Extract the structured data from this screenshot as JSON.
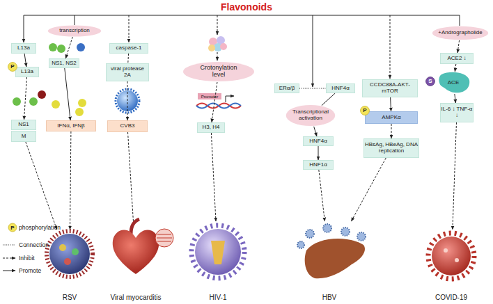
{
  "diagram": {
    "title": "Flavonoids",
    "nodes": [
      {
        "text": [
          "L13a"
        ]
      },
      {
        "text": [
          "P"
        ]
      },
      {
        "text": [
          "L13a"
        ]
      },
      {
        "text": [
          "NS1"
        ]
      },
      {
        "text": [
          "M"
        ]
      },
      {
        "text": [
          "transcription"
        ]
      },
      {
        "text": [
          "NS1, NS2"
        ]
      },
      {
        "text": [
          "IFNα, IFNβ"
        ]
      },
      {
        "text": [
          "RSV"
        ]
      },
      {
        "text": [
          "caspase-1"
        ]
      },
      {
        "text": [
          "viral protease 2A"
        ]
      },
      {
        "text": [
          "CVB3"
        ]
      },
      {
        "text": [
          "Viral myocarditis"
        ]
      },
      {
        "text": [
          "Crotonylation level"
        ]
      },
      {
        "text": [
          "H3, H4"
        ]
      },
      {
        "text": [
          "HIV-1"
        ]
      },
      {
        "text": [
          "ERα/β"
        ]
      },
      {
        "text": [
          "HNF4α"
        ]
      },
      {
        "text": [
          "Transcriptional activation"
        ]
      },
      {
        "text": [
          "HNF4α"
        ]
      },
      {
        "text": [
          "HNF1α"
        ]
      },
      {
        "text": [
          "CCDC88A-AKT-mTOR"
        ]
      },
      {
        "text": [
          "P"
        ]
      },
      {
        "text": [
          "AMPKα"
        ]
      },
      {
        "text": [
          "HBsAg, HBeAg, DNA replication"
        ]
      },
      {
        "text": [
          "HBV"
        ]
      },
      {
        "text": [
          "+Andrographolide"
        ]
      },
      {
        "text": [
          "ACE2 ↓"
        ]
      },
      {
        "text": [
          "S"
        ]
      },
      {
        "text": [
          "ACE"
        ]
      },
      {
        "text": [
          "IL-6 ↓ TNF-α ↓"
        ]
      },
      {
        "text": [
          "COVID-19"
        ]
      }
    ],
    "edges": [
      {
        "from": 0,
        "to": 2,
        "arrow": "to"
      },
      {
        "from": 2,
        "to": 3,
        "arrow": "to"
      },
      {
        "from": 4,
        "to": 8,
        "arrow": "to"
      },
      {
        "from": 5,
        "to": 6,
        "arrow": "to"
      },
      {
        "from": 6,
        "to": 7,
        "arrow": "to"
      },
      {
        "from": 7,
        "to": 8,
        "arrow": "to"
      },
      {
        "from": 9,
        "to": 10,
        "arrow": "none"
      },
      {
        "from": 10,
        "to": 11,
        "arrow": "to"
      },
      {
        "from": 11,
        "to": 12,
        "arrow": "none"
      },
      {
        "from": 13,
        "to": 14,
        "arrow": "to"
      },
      {
        "from": 14,
        "to": 15,
        "arrow": "to"
      },
      {
        "from": 16,
        "to": 17,
        "arrow": "none"
      },
      {
        "from": 17,
        "to": 18,
        "arrow": "none"
      },
      {
        "from": 18,
        "to": 19,
        "arrow": "to"
      },
      {
        "from": 19,
        "to": 20,
        "arrow": "to"
      },
      {
        "from": 20,
        "to": 25,
        "arrow": "to"
      },
      {
        "from": 21,
        "to": 23,
        "arrow": "to"
      },
      {
        "from": 23,
        "to": 24,
        "arrow": "to"
      },
      {
        "from": 24,
        "to": 25,
        "arrow": "to"
      },
      {
        "from": 26,
        "to": 27,
        "arrow": "to"
      },
      {
        "from": 27,
        "to": 29,
        "arrow": "to"
      },
      {
        "from": 29,
        "to": 30,
        "arrow": "to"
      },
      {
        "from": 30,
        "to": 31,
        "arrow": "to"
      }
    ],
    "labels": [
      "Promoter",
      "P"
    ],
    "legend": [
      {
        "text": "phosphorylation"
      },
      {
        "text": "Connection"
      },
      {
        "text": "Inhibit"
      },
      {
        "text": "Promote"
      }
    ]
  }
}
